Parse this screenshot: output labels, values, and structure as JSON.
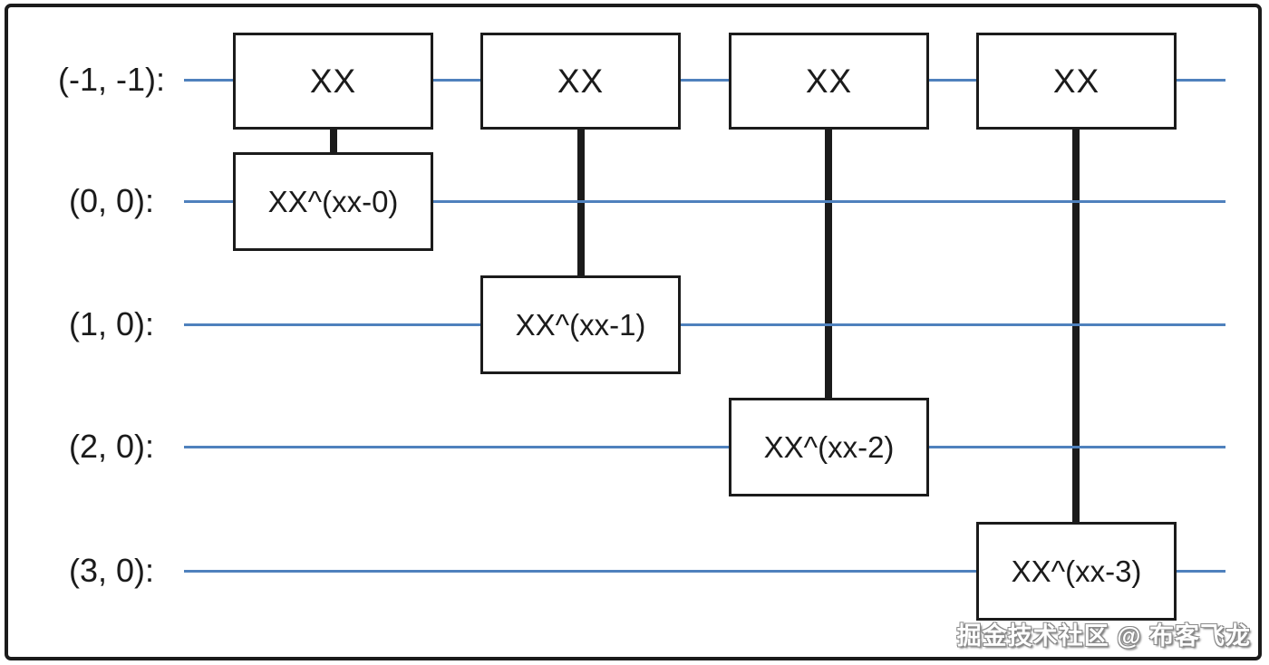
{
  "colors": {
    "wire_blue": "#4f81bd",
    "ink_black": "#1b1b1b"
  },
  "circuit": {
    "qubits": [
      {
        "label": "(-1, -1):"
      },
      {
        "label": "(0, 0):"
      },
      {
        "label": "(1, 0):"
      },
      {
        "label": "(2, 0):"
      },
      {
        "label": "(3, 0):"
      }
    ],
    "moments": [
      {
        "control": "XX",
        "target": "XX^(xx-0)",
        "control_qubit": "(-1, -1)",
        "target_qubit": "(0, 0)"
      },
      {
        "control": "XX",
        "target": "XX^(xx-1)",
        "control_qubit": "(-1, -1)",
        "target_qubit": "(1, 0)"
      },
      {
        "control": "XX",
        "target": "XX^(xx-2)",
        "control_qubit": "(-1, -1)",
        "target_qubit": "(2, 0)"
      },
      {
        "control": "XX",
        "target": "XX^(xx-3)",
        "control_qubit": "(-1, -1)",
        "target_qubit": "(3, 0)"
      }
    ]
  },
  "watermark": {
    "text": "掘金技术社区 @ 布客飞龙"
  }
}
